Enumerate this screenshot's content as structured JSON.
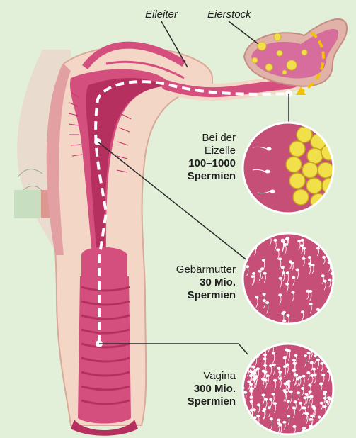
{
  "colors": {
    "background": "#e3f0d9",
    "tissue": "#f3d6c6",
    "uterus_wall": "#d44f7e",
    "uterus_inner": "#b5305f",
    "cell_bg": "#c64f78",
    "egg": "#f2e04b",
    "path_line": "#ffffff",
    "ovary_path": "#f2c300",
    "leader": "#2b2b2b"
  },
  "labels": {
    "tube": "Eileiter",
    "ovary": "Eierstock"
  },
  "stages": [
    {
      "name": "Bei der Eizelle",
      "line1": "Bei der",
      "line2": "Eizelle",
      "count_line1": "100–1000",
      "count_line2": "Spermien",
      "icon": "egg-cell-with-sperm"
    },
    {
      "name": "Gebärmutter",
      "line1": "Gebärmutter",
      "count_line1": "30 Mio.",
      "count_line2": "Spermien",
      "icon": "sperm-dense"
    },
    {
      "name": "Vagina",
      "line1": "Vagina",
      "count_line1": "300 Mio.",
      "count_line2": "Spermien",
      "icon": "sperm-very-dense"
    }
  ]
}
